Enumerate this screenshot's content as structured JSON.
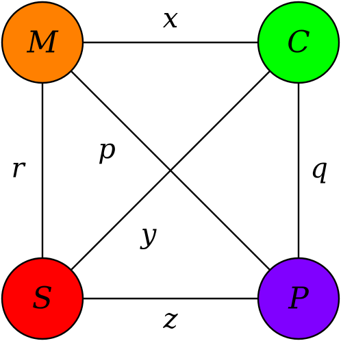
{
  "nodes": [
    {
      "id": "M",
      "label": "M",
      "color": "#ff8000"
    },
    {
      "id": "C",
      "label": "C",
      "color": "#00ff00"
    },
    {
      "id": "S",
      "label": "S",
      "color": "#ff0000"
    },
    {
      "id": "P",
      "label": "P",
      "color": "#8000ff"
    }
  ],
  "edges": [
    {
      "from": "M",
      "to": "C",
      "label": "x"
    },
    {
      "from": "S",
      "to": "P",
      "label": "z"
    },
    {
      "from": "M",
      "to": "S",
      "label": "r"
    },
    {
      "from": "C",
      "to": "P",
      "label": "q"
    },
    {
      "from": "M",
      "to": "P",
      "label": "p"
    },
    {
      "from": "C",
      "to": "S",
      "label": "y"
    }
  ]
}
